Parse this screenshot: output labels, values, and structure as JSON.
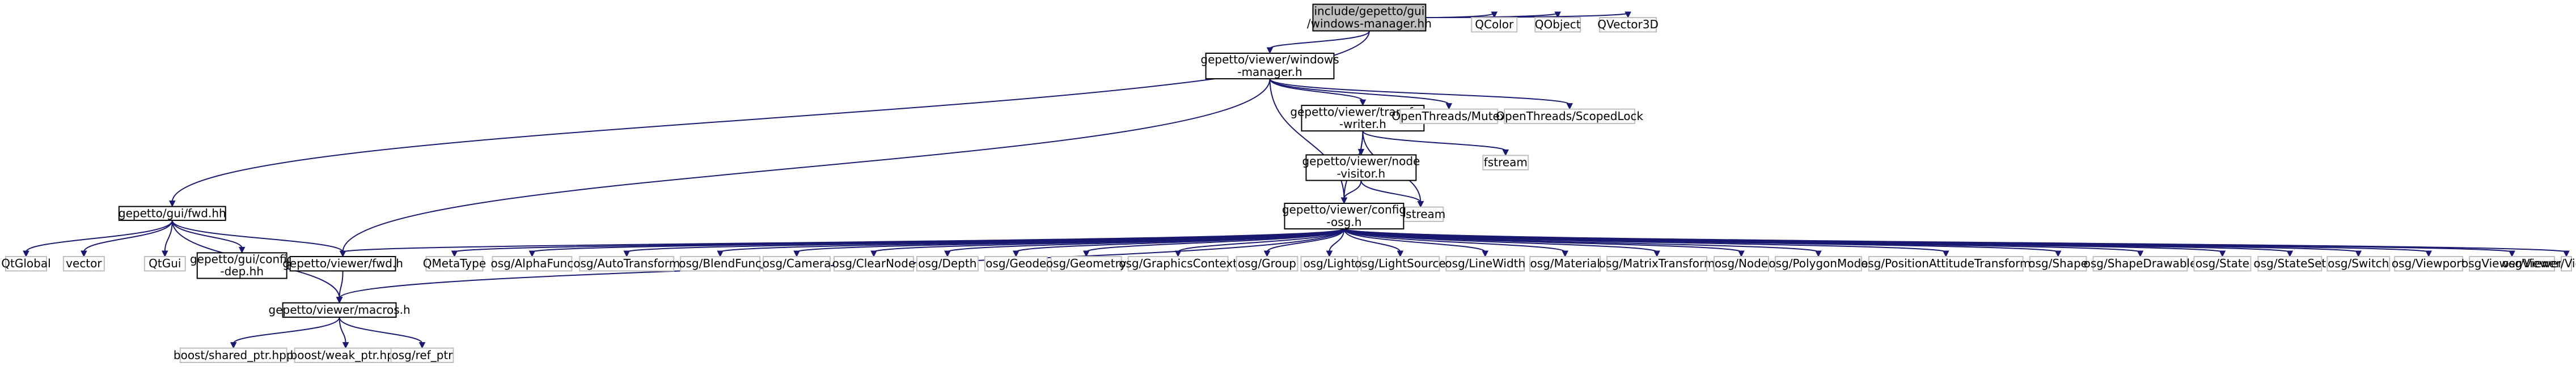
{
  "nodes": {
    "root": {
      "lines": [
        "include/gepetto/gui",
        "/windows-manager.hh"
      ],
      "style": "root"
    },
    "qcolor": {
      "lines": [
        "QColor"
      ],
      "style": "ext"
    },
    "qobject": {
      "lines": [
        "QObject"
      ],
      "style": "ext"
    },
    "qvector3d": {
      "lines": [
        "QVector3D"
      ],
      "style": "ext"
    },
    "wm_h": {
      "lines": [
        "gepetto/viewer/windows",
        "-manager.h"
      ],
      "style": "doc"
    },
    "tw_h": {
      "lines": [
        "gepetto/viewer/transform",
        "-writer.h"
      ],
      "style": "doc"
    },
    "ot_mutex": {
      "lines": [
        "OpenThreads/Mutex"
      ],
      "style": "ext"
    },
    "ot_lock": {
      "lines": [
        "OpenThreads/ScopedLock"
      ],
      "style": "ext"
    },
    "fstream": {
      "lines": [
        "fstream"
      ],
      "style": "ext"
    },
    "nv_h": {
      "lines": [
        "gepetto/viewer/node",
        "-visitor.h"
      ],
      "style": "doc"
    },
    "iostream": {
      "lines": [
        "iostream"
      ],
      "style": "ext"
    },
    "cfg_osg": {
      "lines": [
        "gepetto/viewer/config",
        "-osg.h"
      ],
      "style": "doc"
    },
    "guifwd": {
      "lines": [
        "gepetto/gui/fwd.hh"
      ],
      "style": "doc"
    },
    "qglobal": {
      "lines": [
        "QtGlobal"
      ],
      "style": "ext"
    },
    "vector": {
      "lines": [
        "vector"
      ],
      "style": "ext"
    },
    "qtgui": {
      "lines": [
        "QtGui"
      ],
      "style": "ext"
    },
    "guicfgdep": {
      "lines": [
        "gepetto/gui/config",
        "-dep.hh"
      ],
      "style": "doc"
    },
    "viewerfwd": {
      "lines": [
        "gepetto/viewer/fwd.h"
      ],
      "style": "doc"
    },
    "macros": {
      "lines": [
        "gepetto/viewer/macros.h"
      ],
      "style": "doc"
    },
    "b_shared": {
      "lines": [
        "boost/shared_ptr.hpp"
      ],
      "style": "ext"
    },
    "b_weak": {
      "lines": [
        "boost/weak_ptr.hpp"
      ],
      "style": "ext"
    },
    "osg_refptr": {
      "lines": [
        "osg/ref_ptr"
      ],
      "style": "ext"
    },
    "qmetatype": {
      "lines": [
        "QMetaType"
      ],
      "style": "ext"
    },
    "osg_alphafunc": {
      "lines": [
        "osg/AlphaFunc"
      ],
      "style": "ext"
    },
    "osg_autotransform": {
      "lines": [
        "osg/AutoTransform"
      ],
      "style": "ext"
    },
    "osg_blendfunc": {
      "lines": [
        "osg/BlendFunc"
      ],
      "style": "ext"
    },
    "osg_camera": {
      "lines": [
        "osg/Camera"
      ],
      "style": "ext"
    },
    "osg_clearnode": {
      "lines": [
        "osg/ClearNode"
      ],
      "style": "ext"
    },
    "osg_depth": {
      "lines": [
        "osg/Depth"
      ],
      "style": "ext"
    },
    "osg_geode": {
      "lines": [
        "osg/Geode"
      ],
      "style": "ext"
    },
    "osg_geometry": {
      "lines": [
        "osg/Geometry"
      ],
      "style": "ext"
    },
    "osg_graphicscontext": {
      "lines": [
        "osg/GraphicsContext"
      ],
      "style": "ext"
    },
    "osg_group": {
      "lines": [
        "osg/Group"
      ],
      "style": "ext"
    },
    "osg_light": {
      "lines": [
        "osg/Light"
      ],
      "style": "ext"
    },
    "osg_lightsource": {
      "lines": [
        "osg/LightSource"
      ],
      "style": "ext"
    },
    "osg_linewidth": {
      "lines": [
        "osg/LineWidth"
      ],
      "style": "ext"
    },
    "osg_material": {
      "lines": [
        "osg/Material"
      ],
      "style": "ext"
    },
    "osg_matrixtransform": {
      "lines": [
        "osg/MatrixTransform"
      ],
      "style": "ext"
    },
    "osg_node": {
      "lines": [
        "osg/Node"
      ],
      "style": "ext"
    },
    "osg_polygonmode": {
      "lines": [
        "osg/PolygonMode"
      ],
      "style": "ext"
    },
    "osg_pat": {
      "lines": [
        "osg/PositionAttitudeTransform"
      ],
      "style": "ext"
    },
    "osg_shape": {
      "lines": [
        "osg/Shape"
      ],
      "style": "ext"
    },
    "osg_shapedrawable": {
      "lines": [
        "osg/ShapeDrawable"
      ],
      "style": "ext"
    },
    "osg_state": {
      "lines": [
        "osg/State"
      ],
      "style": "ext"
    },
    "osg_stateset": {
      "lines": [
        "osg/StateSet"
      ],
      "style": "ext"
    },
    "osg_switch": {
      "lines": [
        "osg/Switch"
      ],
      "style": "ext"
    },
    "osg_viewport": {
      "lines": [
        "osg/Viewport"
      ],
      "style": "ext"
    },
    "osgviewer_viewer": {
      "lines": [
        "osgViewer/Viewer"
      ],
      "style": "ext"
    },
    "osgviewer_viewerbase": {
      "lines": [
        "osgViewer/ViewerBase"
      ],
      "style": "ext"
    }
  },
  "edges": [
    [
      "root",
      "qcolor"
    ],
    [
      "root",
      "qobject"
    ],
    [
      "root",
      "qvector3d"
    ],
    [
      "root",
      "wm_h"
    ],
    [
      "root",
      "guifwd"
    ],
    [
      "wm_h",
      "tw_h"
    ],
    [
      "wm_h",
      "ot_mutex"
    ],
    [
      "wm_h",
      "ot_lock"
    ],
    [
      "wm_h",
      "cfg_osg"
    ],
    [
      "wm_h",
      "viewerfwd"
    ],
    [
      "tw_h",
      "fstream"
    ],
    [
      "tw_h",
      "nv_h"
    ],
    [
      "tw_h",
      "iostream"
    ],
    [
      "tw_h",
      "cfg_osg"
    ],
    [
      "nv_h",
      "iostream"
    ],
    [
      "nv_h",
      "cfg_osg"
    ],
    [
      "guifwd",
      "qglobal"
    ],
    [
      "guifwd",
      "vector"
    ],
    [
      "guifwd",
      "qtgui"
    ],
    [
      "guifwd",
      "guicfgdep"
    ],
    [
      "guifwd",
      "viewerfwd"
    ],
    [
      "guifwd",
      "macros"
    ],
    [
      "viewerfwd",
      "macros"
    ],
    [
      "cfg_osg",
      "viewerfwd"
    ],
    [
      "cfg_osg",
      "macros"
    ],
    [
      "cfg_osg",
      "qmetatype"
    ],
    [
      "cfg_osg",
      "osg_alphafunc"
    ],
    [
      "cfg_osg",
      "osg_autotransform"
    ],
    [
      "cfg_osg",
      "osg_blendfunc"
    ],
    [
      "cfg_osg",
      "osg_camera"
    ],
    [
      "cfg_osg",
      "osg_clearnode"
    ],
    [
      "cfg_osg",
      "osg_depth"
    ],
    [
      "cfg_osg",
      "osg_geode"
    ],
    [
      "cfg_osg",
      "osg_geometry"
    ],
    [
      "cfg_osg",
      "osg_graphicscontext"
    ],
    [
      "cfg_osg",
      "osg_group"
    ],
    [
      "cfg_osg",
      "osg_light"
    ],
    [
      "cfg_osg",
      "osg_lightsource"
    ],
    [
      "cfg_osg",
      "osg_linewidth"
    ],
    [
      "cfg_osg",
      "osg_material"
    ],
    [
      "cfg_osg",
      "osg_matrixtransform"
    ],
    [
      "cfg_osg",
      "osg_node"
    ],
    [
      "cfg_osg",
      "osg_polygonmode"
    ],
    [
      "cfg_osg",
      "osg_pat"
    ],
    [
      "cfg_osg",
      "osg_shape"
    ],
    [
      "cfg_osg",
      "osg_shapedrawable"
    ],
    [
      "cfg_osg",
      "osg_state"
    ],
    [
      "cfg_osg",
      "osg_stateset"
    ],
    [
      "cfg_osg",
      "osg_switch"
    ],
    [
      "cfg_osg",
      "osg_viewport"
    ],
    [
      "cfg_osg",
      "osgviewer_viewer"
    ],
    [
      "cfg_osg",
      "osgviewer_viewerbase"
    ],
    [
      "macros",
      "b_shared"
    ],
    [
      "macros",
      "b_weak"
    ],
    [
      "macros",
      "osg_refptr"
    ]
  ]
}
